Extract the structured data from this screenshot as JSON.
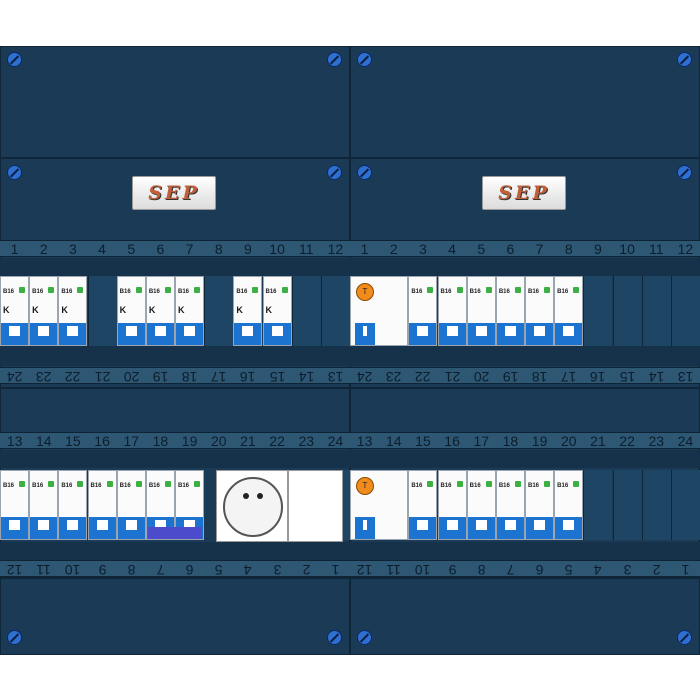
{
  "brand": {
    "logo_text": "SEP"
  },
  "colors": {
    "panel": "#1a3a55",
    "toggle": "#1c74d0",
    "screw": "#2f6fd0",
    "rcd_button": "#f08b1c",
    "led": "#3cb043"
  },
  "strips": {
    "top_row": [
      "1",
      "2",
      "3",
      "4",
      "5",
      "6",
      "7",
      "8",
      "9",
      "10",
      "11",
      "12"
    ],
    "row_24_desc": [
      "24",
      "23",
      "22",
      "21",
      "20",
      "19",
      "18",
      "17",
      "16",
      "15",
      "14",
      "13"
    ],
    "row_13_asc": [
      "13",
      "14",
      "15",
      "16",
      "17",
      "18",
      "19",
      "20",
      "21",
      "22",
      "23",
      "24"
    ],
    "row_12_desc": [
      "12",
      "11",
      "10",
      "9",
      "8",
      "7",
      "6",
      "5",
      "4",
      "3",
      "2",
      "1"
    ]
  },
  "breakers": {
    "label": "B16",
    "k_mark": "K"
  },
  "rcd": {
    "button_label": "T"
  }
}
